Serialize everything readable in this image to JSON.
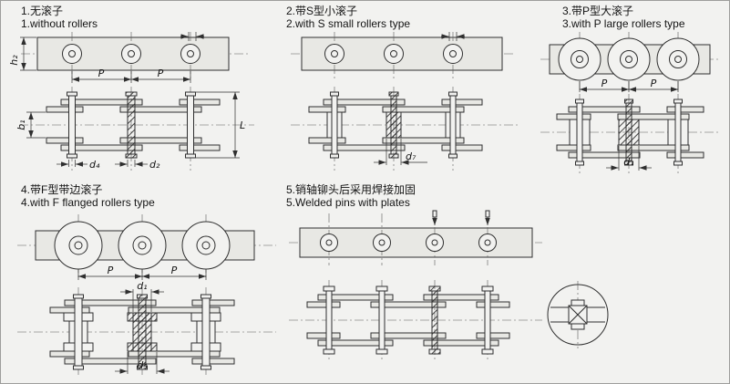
{
  "figure": {
    "bg": "#f2f2f0",
    "line_color": "#2f2f2f"
  },
  "sections": [
    {
      "title_zh": "1.无滚子",
      "title_en": "1.without rollers",
      "dims": {
        "h2": "h₂",
        "p": "P",
        "b1": "b₁",
        "d4": "d₄",
        "d2": "d₂",
        "l": "L"
      }
    },
    {
      "title_zh": "2.带S型小滚子",
      "title_en": "2.with S small rollers type",
      "dims": {
        "d7": "d₇"
      }
    },
    {
      "title_zh": "3.带P型大滚子",
      "title_en": "3.with P large rollers type",
      "dims": {
        "p": "P",
        "d1": "d₁"
      }
    },
    {
      "title_zh": "4.带F型带边滚子",
      "title_en": "4.with F flanged rollers type",
      "dims": {
        "p": "P",
        "d1": "d₁",
        "d5": "d₅"
      }
    },
    {
      "title_zh": "5.销轴铆头后采用焊接加固",
      "title_en": "5.Welded pins with plates",
      "dims": {}
    }
  ]
}
